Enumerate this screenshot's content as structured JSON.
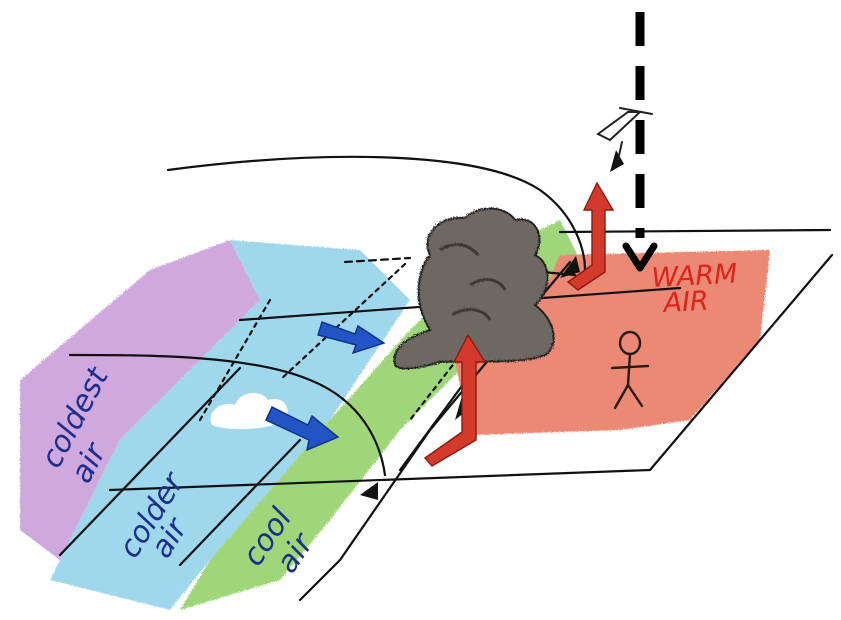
{
  "diagram": {
    "labels": {
      "coldest": "coldest",
      "coldest_air": "air",
      "colder": "colder",
      "colder_air": "air",
      "cool": "cool",
      "cool_air": "air",
      "warm": "WARM",
      "warm_air": "AIR"
    },
    "colors": {
      "coldest_air": "#c79ad8",
      "colder_air": "#8fd2ea",
      "cool_air": "#8fcf62",
      "warm_air": "#e9745c",
      "cloud": "#6e6863",
      "arrow_blue": "#2254c4",
      "arrow_red": "#d43a2c",
      "ink": "#111111"
    },
    "icons": [
      "cloud-icon",
      "stick-figure-icon",
      "plane-icon",
      "arrow-down-icon"
    ]
  }
}
